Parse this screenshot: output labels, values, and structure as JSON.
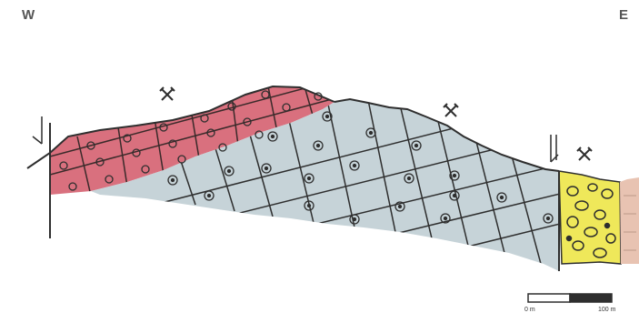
{
  "labels": {
    "west": "W",
    "east": "E"
  },
  "scale_bar": {
    "start_label": "0 m",
    "end_label": "100 m"
  },
  "colors": {
    "red_unit": "#d9707e",
    "gray_unit": "#c6d3d8",
    "yellow_unit": "#efe85a",
    "brown_unit": "#e8c3b2",
    "line": "#2e2e2e"
  },
  "icons": [
    "mine-symbol",
    "mine-symbol",
    "mine-symbol",
    "fault-arrow-down",
    "fault-arrow-down"
  ]
}
